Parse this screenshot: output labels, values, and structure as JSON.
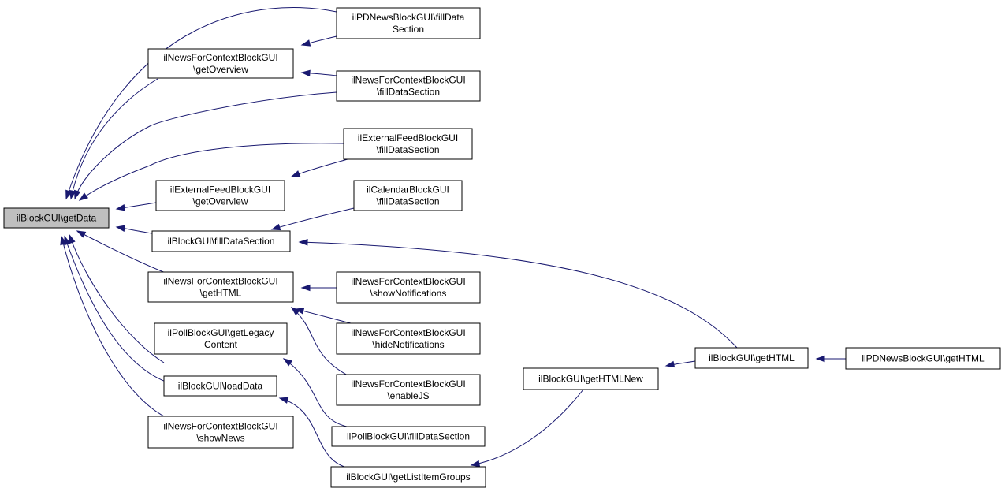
{
  "nodes": [
    {
      "id": "n0",
      "lines": [
        "ilBlockGUI\\getData"
      ],
      "root": true
    },
    {
      "id": "n1",
      "lines": [
        "ilPDNewsBlockGUI\\fillData",
        "Section"
      ]
    },
    {
      "id": "n2",
      "lines": [
        "ilNewsForContextBlockGUI",
        "\\getOverview"
      ]
    },
    {
      "id": "n3",
      "lines": [
        "ilNewsForContextBlockGUI",
        "\\fillDataSection"
      ]
    },
    {
      "id": "n4",
      "lines": [
        "ilExternalFeedBlockGUI",
        "\\fillDataSection"
      ]
    },
    {
      "id": "n5",
      "lines": [
        "ilExternalFeedBlockGUI",
        "\\getOverview"
      ]
    },
    {
      "id": "n6",
      "lines": [
        "ilCalendarBlockGUI",
        "\\fillDataSection"
      ]
    },
    {
      "id": "n7",
      "lines": [
        "ilBlockGUI\\fillDataSection"
      ]
    },
    {
      "id": "n8",
      "lines": [
        "ilNewsForContextBlockGUI",
        "\\getHTML"
      ]
    },
    {
      "id": "n9",
      "lines": [
        "ilNewsForContextBlockGUI",
        "\\showNotifications"
      ]
    },
    {
      "id": "n10",
      "lines": [
        "ilNewsForContextBlockGUI",
        "\\hideNotifications"
      ]
    },
    {
      "id": "n11",
      "lines": [
        "ilPollBlockGUI\\getLegacy",
        "Content"
      ]
    },
    {
      "id": "n12",
      "lines": [
        "ilNewsForContextBlockGUI",
        "\\enableJS"
      ]
    },
    {
      "id": "n13",
      "lines": [
        "ilBlockGUI\\loadData"
      ]
    },
    {
      "id": "n14",
      "lines": [
        "ilNewsForContextBlockGUI",
        "\\showNews"
      ]
    },
    {
      "id": "n15",
      "lines": [
        "ilPollBlockGUI\\fillDataSection"
      ]
    },
    {
      "id": "n16",
      "lines": [
        "ilBlockGUI\\getListItemGroups"
      ]
    },
    {
      "id": "n17",
      "lines": [
        "ilBlockGUI\\getHTMLNew"
      ]
    },
    {
      "id": "n18",
      "lines": [
        "ilBlockGUI\\getHTML"
      ]
    },
    {
      "id": "n19",
      "lines": [
        "ilPDNewsBlockGUI\\getHTML"
      ]
    }
  ],
  "edges": [
    {
      "from": "n1",
      "to": "n0"
    },
    {
      "from": "n3",
      "to": "n0"
    },
    {
      "from": "n4",
      "to": "n0"
    },
    {
      "from": "n2",
      "to": "n0"
    },
    {
      "from": "n5",
      "to": "n0"
    },
    {
      "from": "n7",
      "to": "n0"
    },
    {
      "from": "n8",
      "to": "n0"
    },
    {
      "from": "n11",
      "to": "n0"
    },
    {
      "from": "n13",
      "to": "n0"
    },
    {
      "from": "n14",
      "to": "n0"
    },
    {
      "from": "n1",
      "to": "n2"
    },
    {
      "from": "n3",
      "to": "n2"
    },
    {
      "from": "n4",
      "to": "n5"
    },
    {
      "from": "n6",
      "to": "n7"
    },
    {
      "from": "n18",
      "to": "n7"
    },
    {
      "from": "n9",
      "to": "n8"
    },
    {
      "from": "n10",
      "to": "n8"
    },
    {
      "from": "n12",
      "to": "n8"
    },
    {
      "from": "n15",
      "to": "n11"
    },
    {
      "from": "n16",
      "to": "n13"
    },
    {
      "from": "n17",
      "to": "n16"
    },
    {
      "from": "n18",
      "to": "n17"
    },
    {
      "from": "n19",
      "to": "n18"
    }
  ]
}
